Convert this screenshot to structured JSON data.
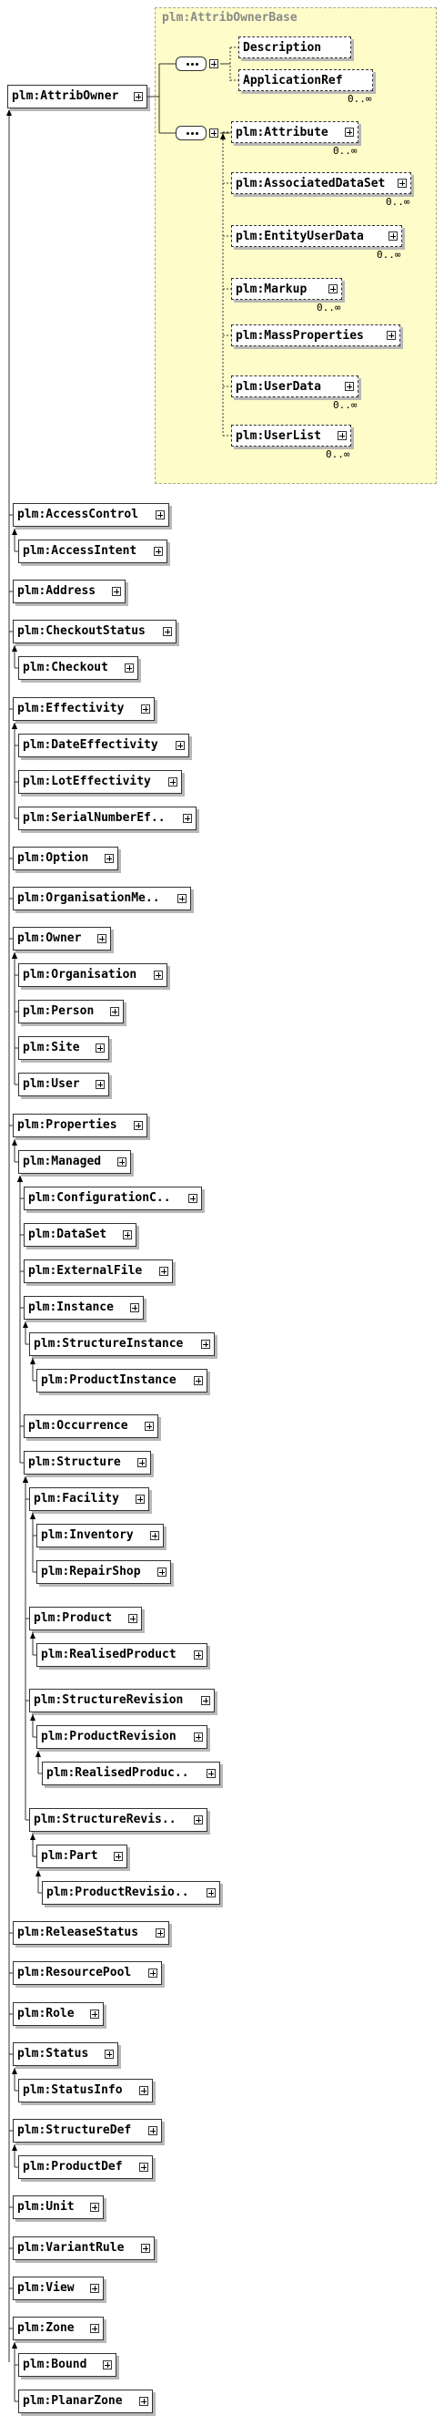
{
  "colors": {
    "group_fill": "#fefcc8",
    "group_border": "#aaa98b",
    "group_title": "#8a8a8a"
  },
  "root": {
    "label": "plm:AttribOwner"
  },
  "group": {
    "title": "plm:AttribOwnerBase",
    "sequence1": [
      {
        "label": "Description",
        "cardinality": ""
      },
      {
        "label": "ApplicationRef",
        "cardinality": "0..∞"
      }
    ],
    "sequence2": [
      {
        "label": "plm:Attribute",
        "cardinality": "0..∞"
      },
      {
        "label": "plm:AssociatedDataSet",
        "cardinality": "0..∞"
      },
      {
        "label": "plm:EntityUserData",
        "cardinality": "0..∞"
      },
      {
        "label": "plm:Markup",
        "cardinality": "0..∞"
      },
      {
        "label": "plm:MassProperties",
        "cardinality": ""
      },
      {
        "label": "plm:UserData",
        "cardinality": "0..∞"
      },
      {
        "label": "plm:UserList",
        "cardinality": "0..∞"
      }
    ]
  },
  "tree": [
    {
      "label": "plm:AccessControl",
      "level": 0
    },
    {
      "label": "plm:AccessIntent",
      "level": 1
    },
    {
      "label": "plm:Address",
      "level": 0
    },
    {
      "label": "plm:CheckoutStatus",
      "level": 0
    },
    {
      "label": "plm:Checkout",
      "level": 1
    },
    {
      "label": "plm:Effectivity",
      "level": 0
    },
    {
      "label": "plm:DateEffectivity",
      "level": 1
    },
    {
      "label": "plm:LotEffectivity",
      "level": 1
    },
    {
      "label": "plm:SerialNumberEf..",
      "level": 1
    },
    {
      "label": "plm:Option",
      "level": 0
    },
    {
      "label": "plm:OrganisationMe..",
      "level": 0
    },
    {
      "label": "plm:Owner",
      "level": 0
    },
    {
      "label": "plm:Organisation",
      "level": 1
    },
    {
      "label": "plm:Person",
      "level": 1
    },
    {
      "label": "plm:Site",
      "level": 1
    },
    {
      "label": "plm:User",
      "level": 1
    },
    {
      "label": "plm:Properties",
      "level": 0
    },
    {
      "label": "plm:Managed",
      "level": 1
    },
    {
      "label": "plm:ConfigurationC..",
      "level": 2
    },
    {
      "label": "plm:DataSet",
      "level": 2
    },
    {
      "label": "plm:ExternalFile",
      "level": 2
    },
    {
      "label": "plm:Instance",
      "level": 2
    },
    {
      "label": "plm:StructureInstance",
      "level": 3
    },
    {
      "label": "plm:ProductInstance",
      "level": 4
    },
    {
      "label": "plm:Occurrence",
      "level": 2
    },
    {
      "label": "plm:Structure",
      "level": 2
    },
    {
      "label": "plm:Facility",
      "level": 3
    },
    {
      "label": "plm:Inventory",
      "level": 4
    },
    {
      "label": "plm:RepairShop",
      "level": 4
    },
    {
      "label": "plm:Product",
      "level": 3
    },
    {
      "label": "plm:RealisedProduct",
      "level": 4
    },
    {
      "label": "plm:StructureRevision",
      "level": 3
    },
    {
      "label": "plm:ProductRevision",
      "level": 4
    },
    {
      "label": "plm:RealisedProduc..",
      "level": 5
    },
    {
      "label": "plm:StructureRevis..",
      "level": 3
    },
    {
      "label": "plm:Part",
      "level": 4
    },
    {
      "label": "plm:ProductRevisio..",
      "level": 5
    },
    {
      "label": "plm:ReleaseStatus",
      "level": 0
    },
    {
      "label": "plm:ResourcePool",
      "level": 0
    },
    {
      "label": "plm:Role",
      "level": 0
    },
    {
      "label": "plm:Status",
      "level": 0
    },
    {
      "label": "plm:StatusInfo",
      "level": 1
    },
    {
      "label": "plm:StructureDef",
      "level": 0
    },
    {
      "label": "plm:ProductDef",
      "level": 1
    },
    {
      "label": "plm:Unit",
      "level": 0
    },
    {
      "label": "plm:VariantRule",
      "level": 0
    },
    {
      "label": "plm:View",
      "level": 0
    },
    {
      "label": "plm:Zone",
      "level": 0
    },
    {
      "label": "plm:Bound",
      "level": 1
    },
    {
      "label": "plm:PlanarZone",
      "level": 1
    }
  ]
}
